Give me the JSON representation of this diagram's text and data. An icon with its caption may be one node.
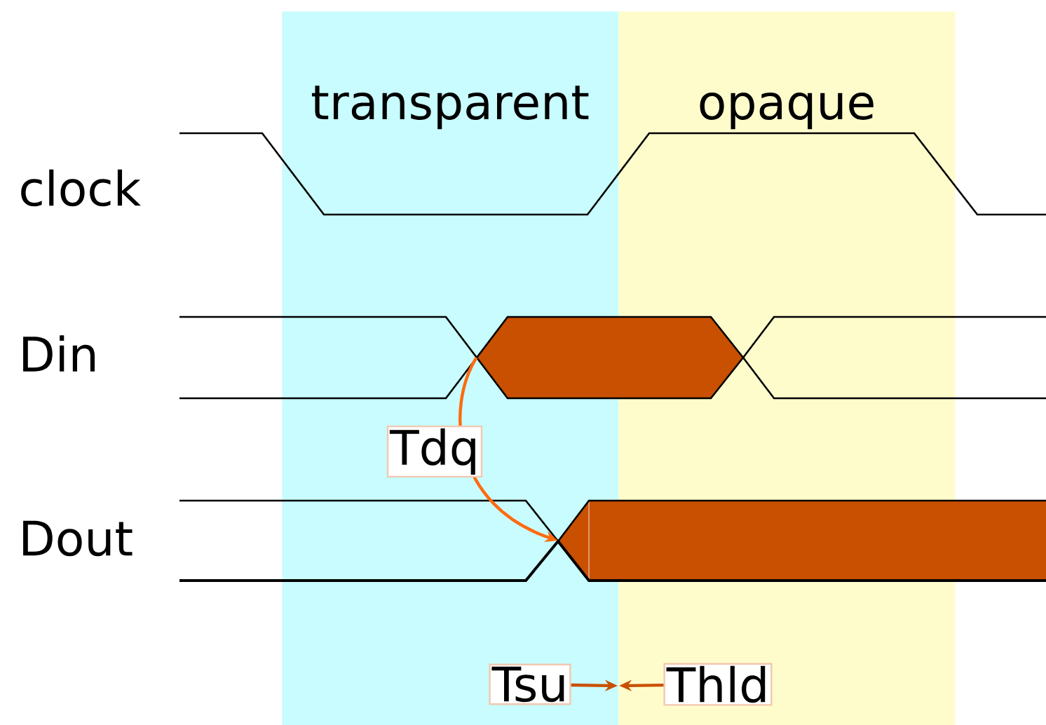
{
  "diagram": {
    "nodes": [
      {
        "text": [
          "transparent"
        ]
      },
      {
        "text": [
          "opaque"
        ]
      },
      {
        "text": [],
        "shape": "bar"
      },
      {
        "text": [],
        "shape": "bar"
      },
      {
        "text": [
          "Tsu"
        ],
        "in": 0
      },
      {
        "text": [
          "Thld"
        ],
        "in": 1
      }
    ],
    "edges": [
      {
        "from": 2,
        "to": 3,
        "arrow": "to",
        "label": "Tdq",
        "color": "#ff6a10"
      },
      {
        "from": 4,
        "to": 1,
        "arrow": "to"
      },
      {
        "from": 5,
        "to": 0,
        "arrow": "to"
      }
    ],
    "labels": [
      "clock",
      "Din",
      "Dout"
    ]
  }
}
